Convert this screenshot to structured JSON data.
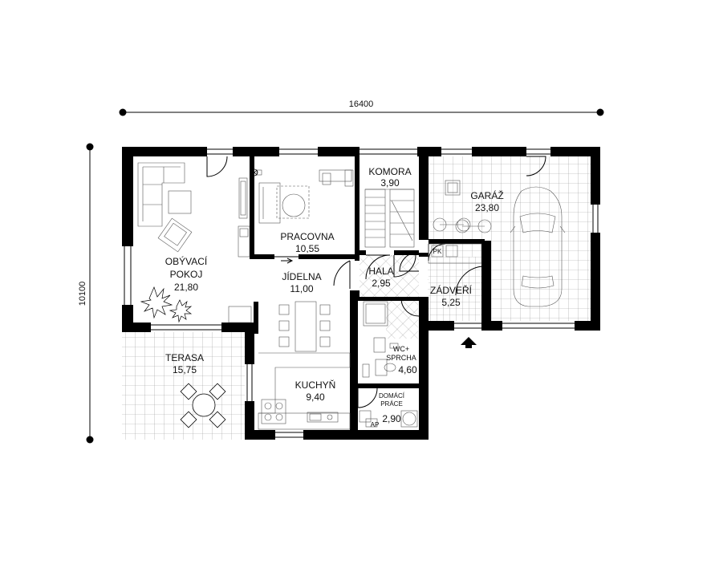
{
  "dimensions": {
    "width": "16400",
    "height": "10100"
  },
  "rooms": {
    "obyvaci_pokoj": {
      "line1": "OBÝVACÍ",
      "line2": "POKOJ",
      "area": "21,80"
    },
    "pracovna": {
      "name": "PRACOVNA",
      "area": "10,55"
    },
    "komora": {
      "name": "KOMORA",
      "area": "3,90"
    },
    "garaz": {
      "name": "GARÁŽ",
      "area": "23,80"
    },
    "jidelna": {
      "name": "JÍDELNA",
      "area": "11,00"
    },
    "hala": {
      "name": "HALA",
      "area": "2,95"
    },
    "zadveri": {
      "name": "ZÁDVEŘÍ",
      "area": "5,25"
    },
    "terasa": {
      "name": "TERASA",
      "area": "15,75"
    },
    "kuchyn": {
      "name": "KUCHYŇ",
      "area": "9,40"
    },
    "wc_sprcha": {
      "line1": "WC+",
      "line2": "SPRCHA",
      "area": "4,60"
    },
    "domaci_prace": {
      "line1": "DOMÁCÍ",
      "line2": "PRÁCE",
      "area": "2,90"
    }
  },
  "symbols": {
    "ap": "AP",
    "plyn": "PK"
  }
}
